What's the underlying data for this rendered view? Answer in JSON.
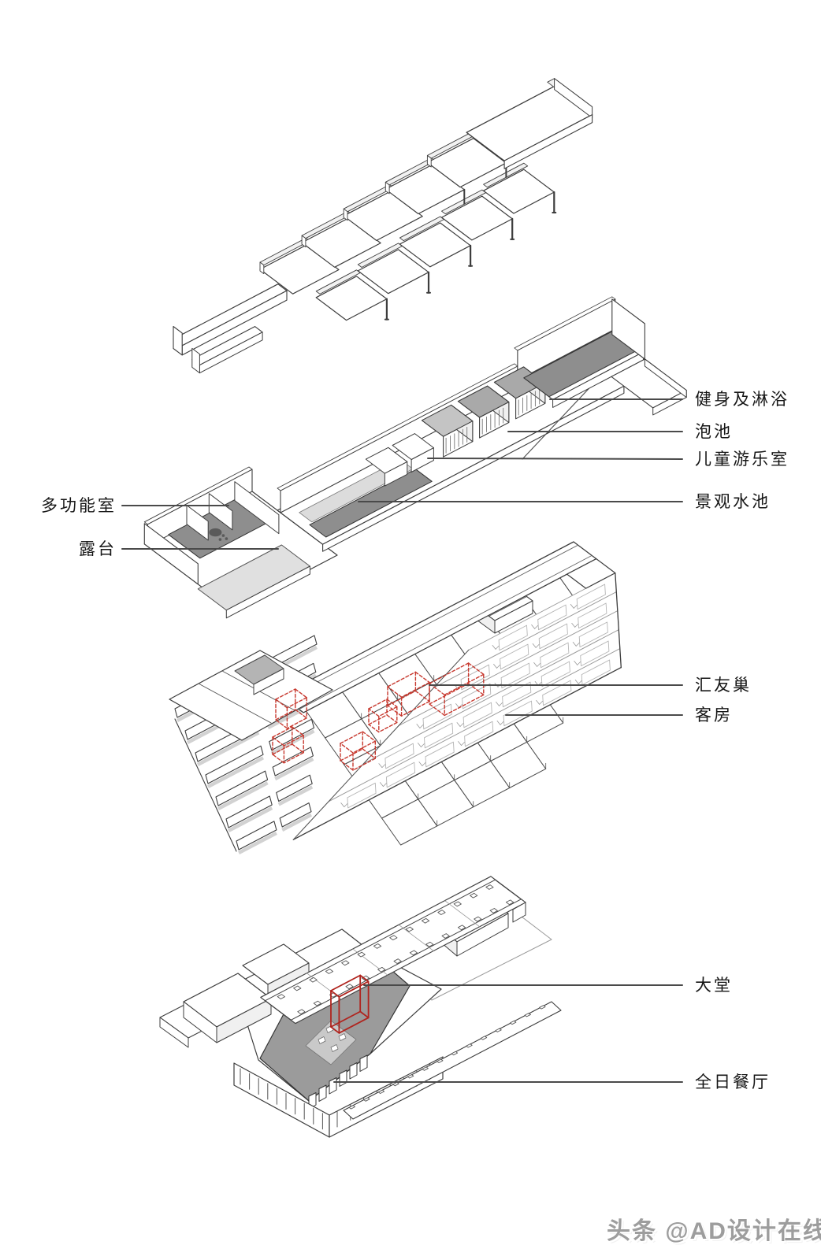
{
  "labels": {
    "fitness_shower": "健身及淋浴",
    "soaking_pool": "泡池",
    "kids_playroom": "儿童游乐室",
    "landscape_pool": "景观水池",
    "multifunction_room": "多功能室",
    "terrace": "露台",
    "social_nest": "汇友巢",
    "guest_rooms": "客房",
    "lobby": "大堂",
    "all_day_dining": "全日餐厅"
  },
  "watermark": {
    "text": "头条 @AD设计在线"
  },
  "colors": {
    "line": "#3d3d3d",
    "light_line": "#9a9a9a",
    "leader": "#4a4a4a",
    "fill_white": "#ffffff",
    "gray_dark": "#8e8e8e",
    "gray_mid": "#a9a9a9",
    "gray_soft": "#c9c9c9",
    "gray_pale": "#e0e0e0",
    "red_dashed": "#c7392f",
    "red_solid": "#b0241e",
    "label_text": "#161616",
    "watermark": "#9d9d9d"
  }
}
